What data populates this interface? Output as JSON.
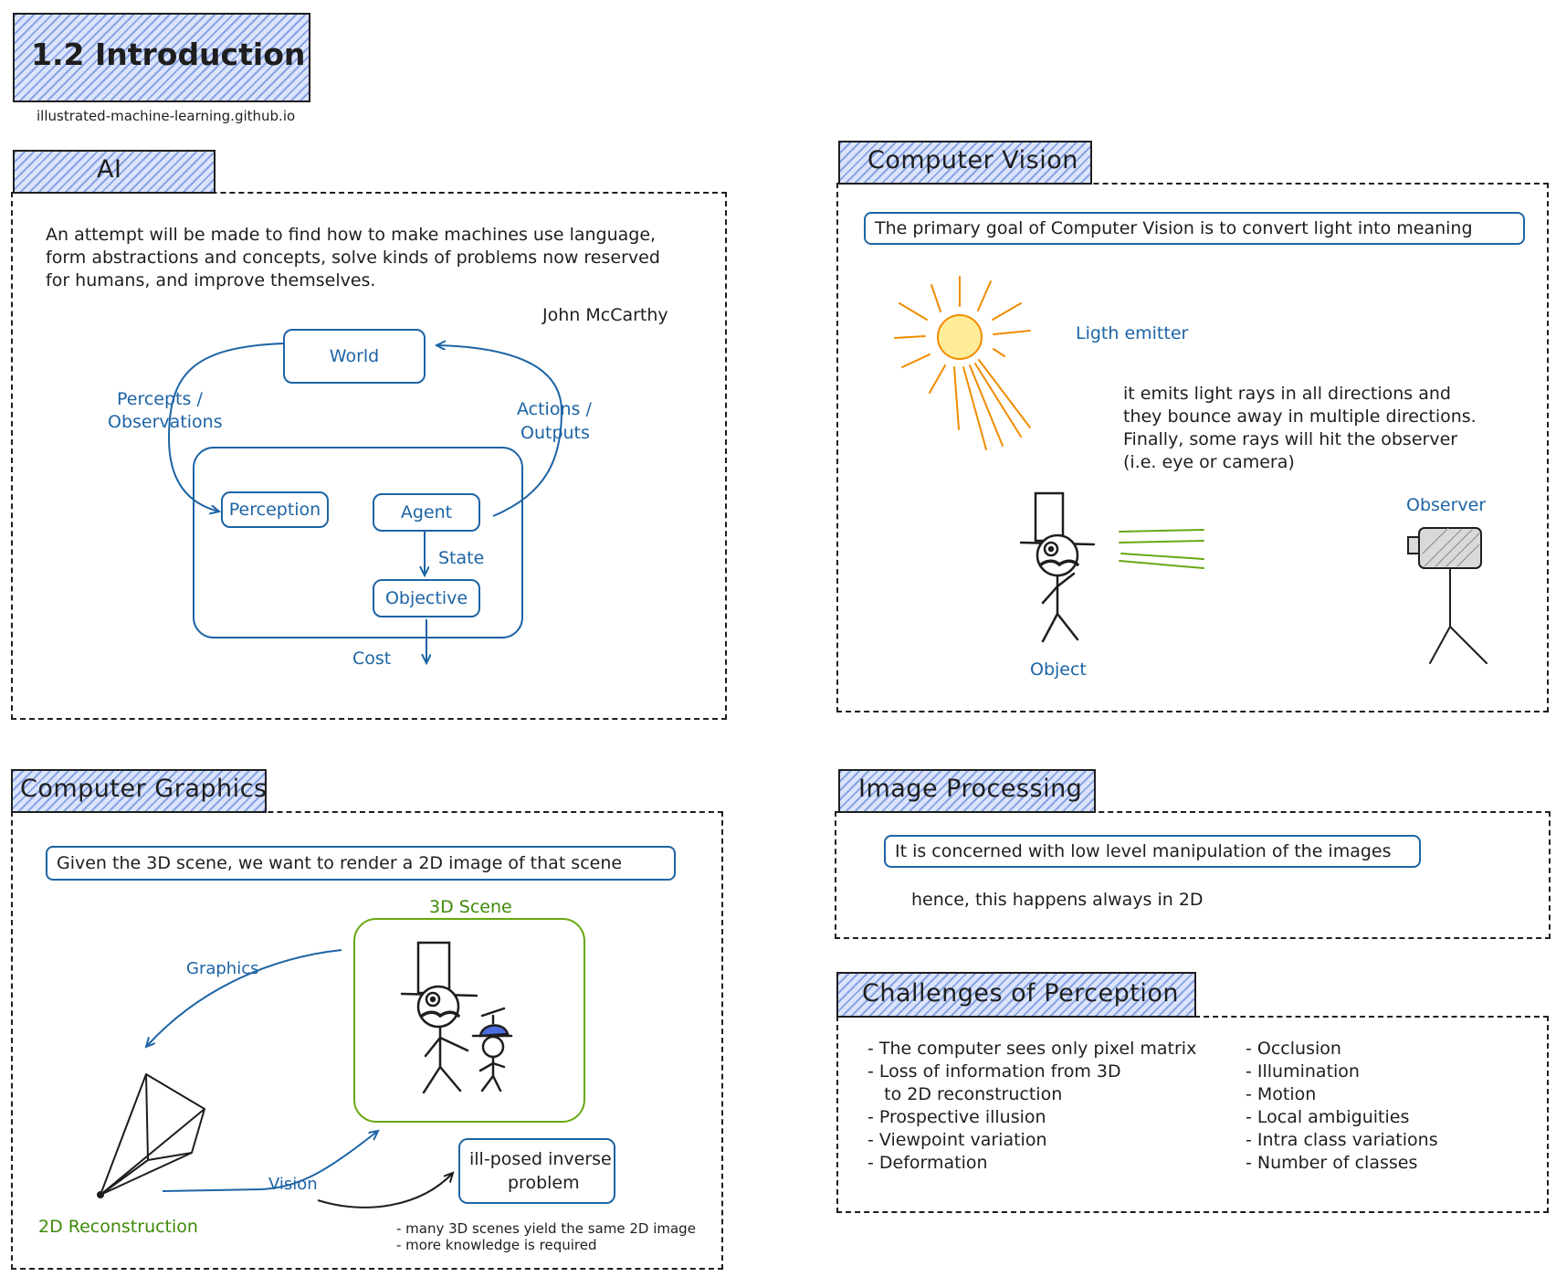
{
  "header": {
    "title": "1.2 Introduction",
    "url": "illustrated-machine-learning.github.io"
  },
  "ai": {
    "title": "AI",
    "quote_lines": [
      "An attempt will be made to find how  to make machines use language,",
      "form abstractions and concepts, solve kinds  of problems now reserved",
      "for humans, and improve themselves."
    ],
    "author": "John McCarthy",
    "world": "World",
    "percepts": "Percepts /",
    "observations": "Observations",
    "actions": "Actions /",
    "outputs": "Outputs",
    "perception": "Perception",
    "agent": "Agent",
    "state": "State",
    "objective": "Objective",
    "cost": "Cost"
  },
  "cv": {
    "title": "Computer Vision",
    "goal": "The primary goal of Computer Vision is to convert light into meaning",
    "emitter": "Ligth emitter",
    "desc_lines": [
      "it emits light rays in all directions and",
      "they bounce away in multiple directions.",
      "Finally, some rays will hit the observer",
      "(i.e. eye or camera)"
    ],
    "observer": "Observer",
    "object": "Object"
  },
  "cg": {
    "title": "Computer Graphics",
    "goal": "Given the 3D scene, we want to render a 2D image of that scene",
    "scene": "3D Scene",
    "graphics": "Graphics",
    "vision": "Vision",
    "reconstruction": "2D Reconstruction",
    "illposed_1": "ill-posed inverse",
    "illposed_2": "problem",
    "note_1": "- many 3D scenes yield the same 2D image",
    "note_2": "- more knowledge is required"
  },
  "ip": {
    "title": "Image Processing",
    "goal": "It is concerned with low level manipulation of the images",
    "note": "hence, this happens always in 2D"
  },
  "challenges": {
    "title": "Challenges of Perception",
    "left": [
      "- The computer sees only pixel matrix",
      "- Loss of information from 3D",
      "   to 2D reconstruction",
      "- Prospective illusion",
      "- Viewpoint variation",
      "- Deformation"
    ],
    "right": [
      "- Occlusion",
      "- Illumination",
      "- Motion",
      "- Local ambiguities",
      "- Intra class variations",
      "- Number of classes"
    ]
  },
  "colors": {
    "accent_blue": "#1d64a5",
    "green": "#3f8a0a",
    "sun_orange": "#f08c00",
    "sun_fill": "#ffec99",
    "ray_green": "#66a80f",
    "hatch_blue": "#4a6fd2",
    "hat_blue": "#4a6ee0"
  }
}
